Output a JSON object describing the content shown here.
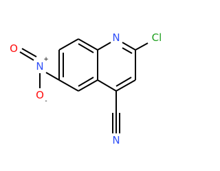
{
  "molecule": {
    "atoms": {
      "n1": "N",
      "cl": "Cl",
      "n_nitro": "N",
      "n_nitro_charge": "+",
      "o_left": "O",
      "o_bottom": "O",
      "o_bottom_charge": "-",
      "n_nitrile": "N"
    }
  },
  "colors": {
    "nitrogen": "#3050F8",
    "chlorine": "#1FA01F",
    "oxygen": "#FF0D0D",
    "bond": "#000000"
  }
}
